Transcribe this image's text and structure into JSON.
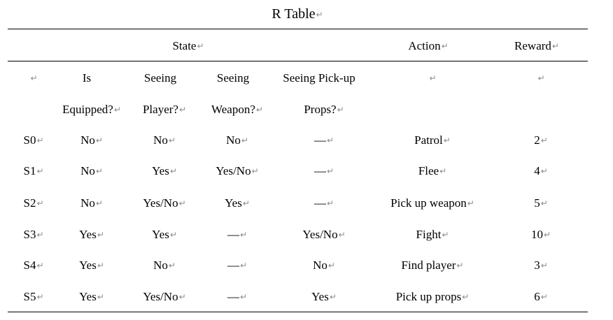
{
  "title": "R Table",
  "paragraph_mark": "↵",
  "group_headers": {
    "state": "State",
    "action": "Action",
    "reward": "Reward"
  },
  "sub_headers": {
    "blank": "",
    "is_equipped": [
      "Is",
      "Equipped?"
    ],
    "seeing_player": [
      "Seeing",
      "Player?"
    ],
    "seeing_weapon": [
      "Seeing",
      "Weapon?"
    ],
    "seeing_props": [
      "Seeing Pick-up",
      "Props?"
    ]
  },
  "rows": [
    [
      "S0",
      "No",
      "No",
      "No",
      "—",
      "Patrol",
      "2"
    ],
    [
      "S1",
      "No",
      "Yes",
      "Yes/No",
      "—",
      "Flee",
      "4"
    ],
    [
      "S2",
      "No",
      "Yes/No",
      "Yes",
      "—",
      "Pick up weapon",
      "5"
    ],
    [
      "S3",
      "Yes",
      "Yes",
      "—",
      "Yes/No",
      "Fight",
      "10"
    ],
    [
      "S4",
      "Yes",
      "No",
      "—",
      "No",
      "Find player",
      "3"
    ],
    [
      "S5",
      "Yes",
      "Yes/No",
      "—",
      "Yes",
      "Pick up props",
      "6"
    ]
  ]
}
